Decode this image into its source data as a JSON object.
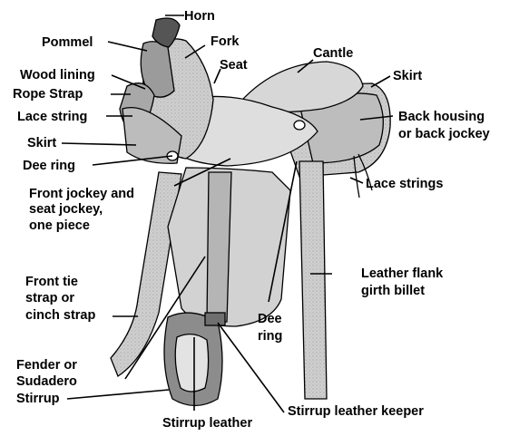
{
  "diagram": {
    "labels": {
      "horn": "Horn",
      "pommel": "Pommel",
      "fork": "Fork",
      "seat": "Seat",
      "cantle": "Cantle",
      "skirt_top": "Skirt",
      "wood_lining": "Wood lining",
      "rope_strap": "Rope Strap",
      "lace_string": "Lace string",
      "skirt_left": "Skirt",
      "back_housing": [
        "Back housing",
        "or back jockey"
      ],
      "dee_ring_left": "Dee ring",
      "lace_strings": "Lace strings",
      "front_jockey": [
        "Front jockey and",
        "seat jockey,",
        "one piece"
      ],
      "front_tie": [
        "Front tie",
        "strap or",
        "cinch strap"
      ],
      "leather_flank": [
        "Leather flank",
        "girth billet"
      ],
      "dee_ring_center": [
        "Dee",
        "ring"
      ],
      "fender": [
        "Fender or",
        "Sudadero"
      ],
      "stirrup": "Stirrup",
      "stirrup_leather": "Stirrup leather",
      "stirrup_keeper": "Stirrup leather keeper"
    },
    "colors": {
      "ink": "#000000",
      "leather": "#c9c9c9",
      "leather_dark": "#8f8f8f",
      "leather_light": "#e6e6e6"
    }
  }
}
